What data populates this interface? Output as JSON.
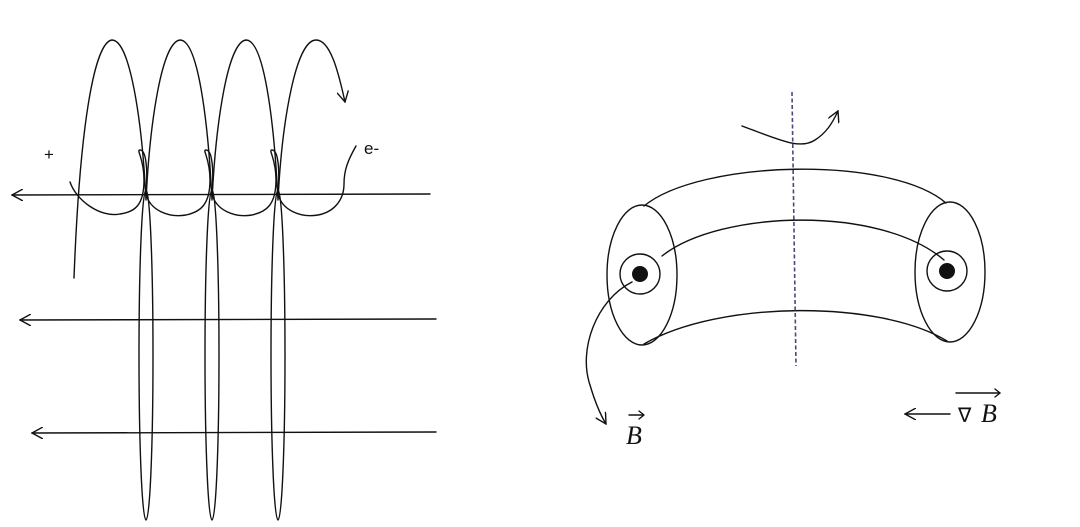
{
  "left_diagram": {
    "positive_label": "+",
    "electron_label": "e-"
  },
  "right_diagram": {
    "field_label": "B",
    "gradient_label": "∇ B",
    "gradient_operator": "∇",
    "gradient_symbol": "B"
  },
  "colors": {
    "ink": "#111111",
    "axis_dash": "#4a4a7a",
    "background": "#ffffff"
  }
}
